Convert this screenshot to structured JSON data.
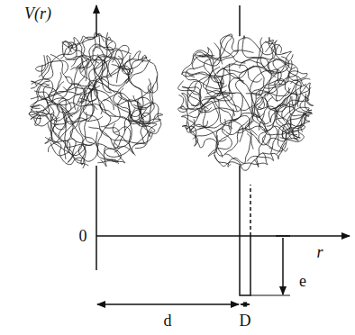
{
  "diagram": {
    "labels": [
      "V(r)",
      "0",
      "r",
      "e",
      "d",
      "D"
    ]
  }
}
